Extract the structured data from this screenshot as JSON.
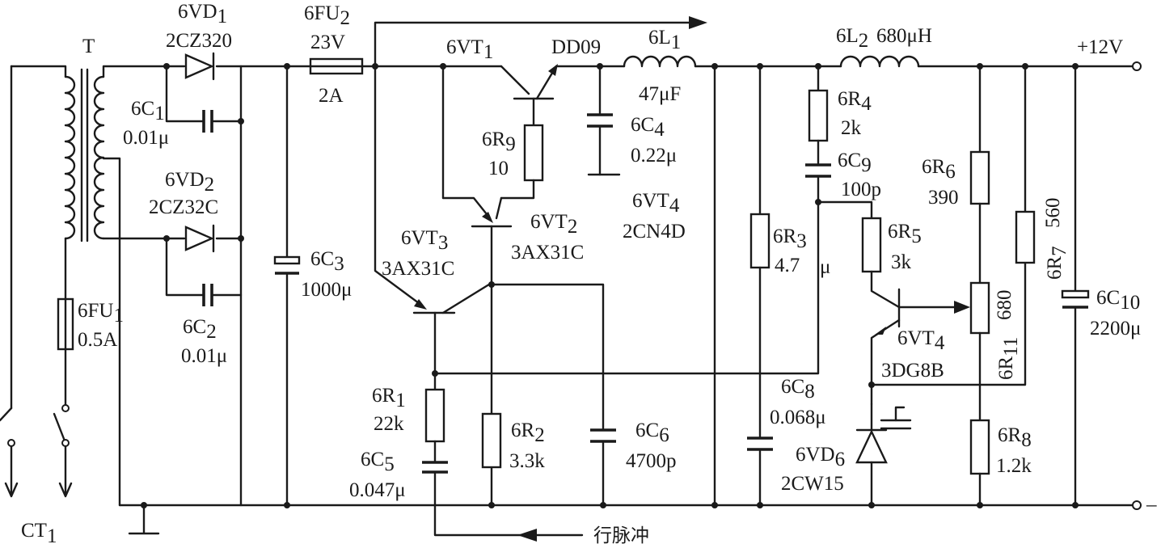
{
  "transformer": {
    "name": "T"
  },
  "fuses": {
    "fu1": {
      "ref": "6FU",
      "sub": "1",
      "rating": "0.5A"
    },
    "fu2": {
      "ref": "6FU",
      "sub": "2",
      "voltage": "23V",
      "rating": "2A"
    }
  },
  "diodes": {
    "vd1": {
      "ref": "6VD",
      "sub": "1",
      "part": "2CZ320"
    },
    "vd2": {
      "ref": "6VD",
      "sub": "2",
      "part": "2CZ32C"
    },
    "vd6": {
      "ref": "6VD",
      "sub": "6",
      "part": "2CW15"
    }
  },
  "capacitors": {
    "c1": {
      "ref": "6C",
      "sub": "1",
      "value": "0.01μ"
    },
    "c2": {
      "ref": "6C",
      "sub": "2",
      "value": "0.01μ"
    },
    "c3": {
      "ref": "6C",
      "sub": "3",
      "value": "1000μ"
    },
    "c4": {
      "ref": "6C",
      "sub": "4",
      "value": "0.22μ"
    },
    "c5": {
      "ref": "6C",
      "sub": "5",
      "value": "0.047μ"
    },
    "c6": {
      "ref": "6C",
      "sub": "6",
      "value": "4700p"
    },
    "c8": {
      "ref": "6C",
      "sub": "8",
      "value": "0.068μ"
    },
    "c9": {
      "ref": "6C",
      "sub": "9",
      "value": "100p"
    },
    "c10": {
      "ref": "6C",
      "sub": "10",
      "value": "2200μ"
    }
  },
  "resistors": {
    "r1": {
      "ref": "6R",
      "sub": "1",
      "value": "22k"
    },
    "r2": {
      "ref": "6R",
      "sub": "2",
      "value": "3.3k"
    },
    "r3": {
      "ref": "6R",
      "sub": "3",
      "value": "4.7",
      "unit": "μ"
    },
    "r4": {
      "ref": "6R",
      "sub": "4",
      "value": "2k"
    },
    "r5": {
      "ref": "6R",
      "sub": "5",
      "value": "3k"
    },
    "r6": {
      "ref": "6R",
      "sub": "6",
      "value": "390"
    },
    "r7": {
      "ref": "6R",
      "sub": "7",
      "value": "560"
    },
    "r8": {
      "ref": "6R",
      "sub": "8",
      "value": "1.2k"
    },
    "r9": {
      "ref": "6R",
      "sub": "9",
      "value": "10"
    },
    "r11": {
      "ref": "6R",
      "sub": "11",
      "value": "680"
    }
  },
  "transistors": {
    "vt1": {
      "ref": "6VT",
      "sub": "1",
      "part": "DD09"
    },
    "vt2": {
      "ref": "6VT",
      "sub": "2",
      "part": "3AX31C"
    },
    "vt3": {
      "ref": "6VT",
      "sub": "3",
      "part": "3AX31C"
    },
    "vt4a": {
      "ref": "6VT",
      "sub": "4",
      "part": "2CN4D"
    },
    "vt4b": {
      "ref": "6VT",
      "sub": "4",
      "part": "3DG8B"
    }
  },
  "inductors": {
    "l1": {
      "ref": "6L",
      "sub": "1",
      "value": "47μF"
    },
    "l2": {
      "ref": "6L",
      "sub": "2",
      "value": "680μH"
    }
  },
  "output": {
    "positive": "+12V",
    "negative": "–"
  },
  "ct": {
    "ref": "CT",
    "sub": "1"
  },
  "line_pulse": "行脉冲"
}
